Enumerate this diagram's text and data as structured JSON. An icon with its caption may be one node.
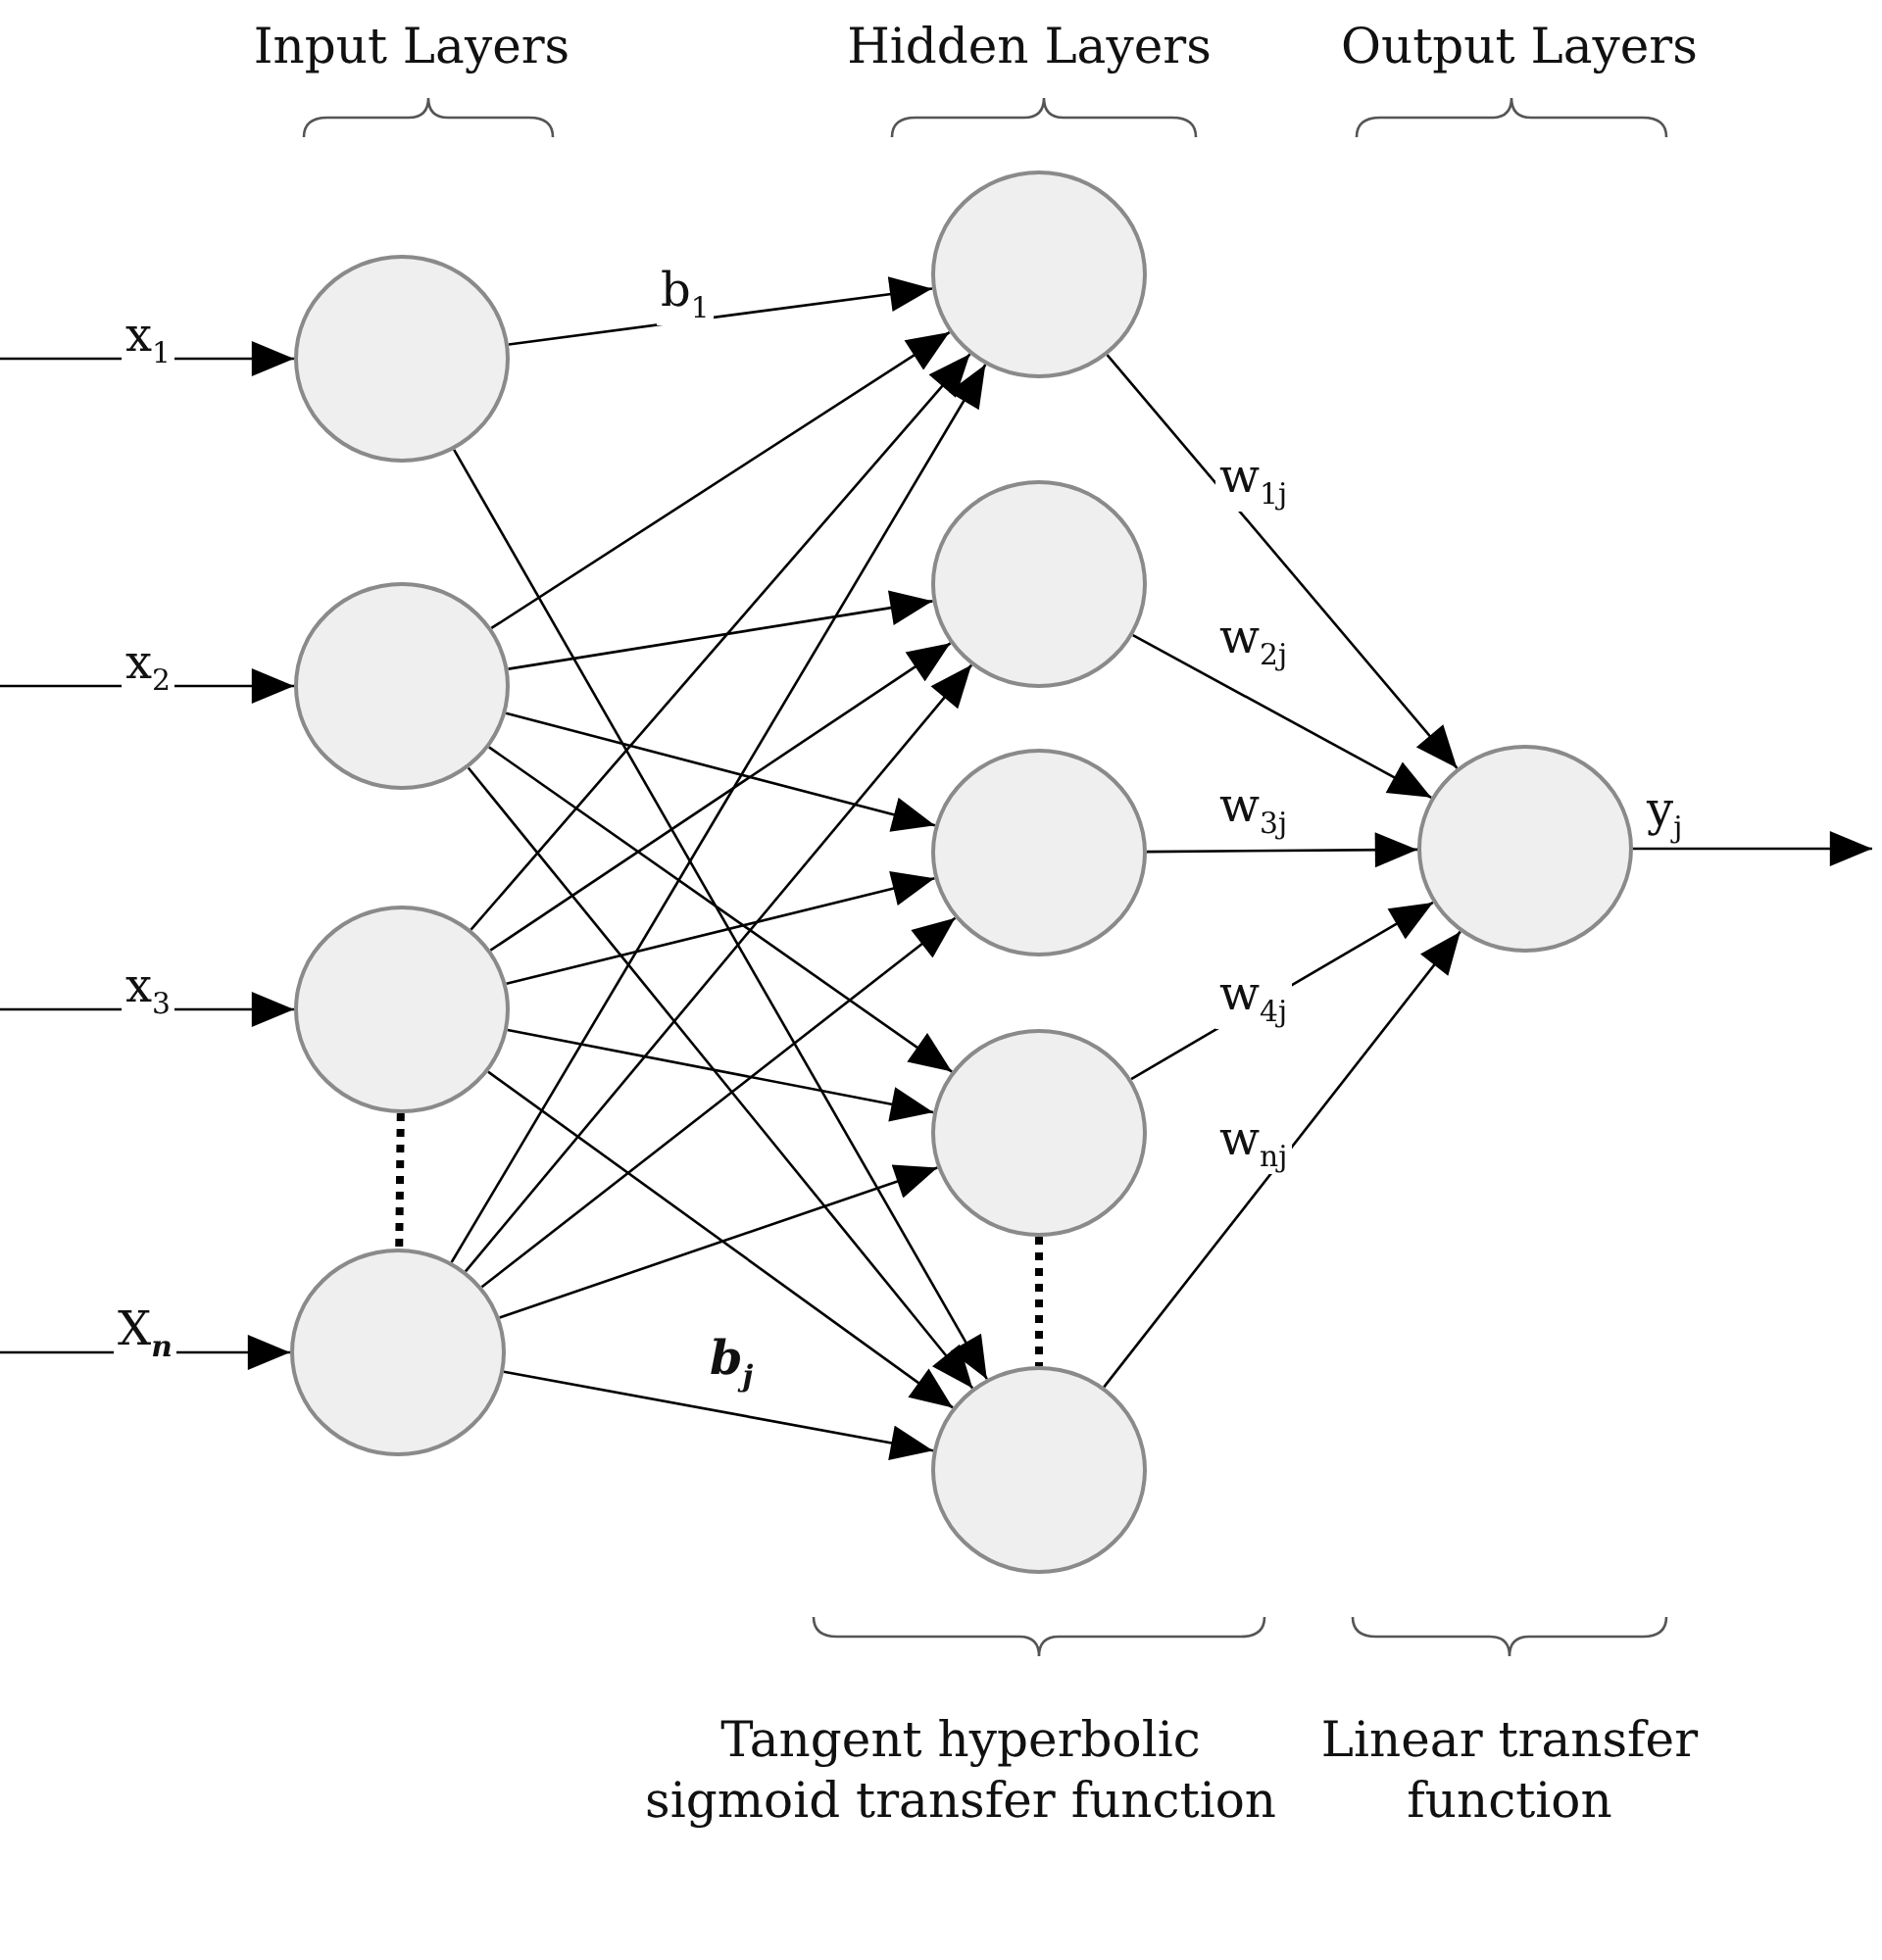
{
  "diagram": {
    "nodes": [
      {
        "text": [],
        "shape": "circle"
      },
      {
        "text": [],
        "shape": "circle"
      },
      {
        "text": [],
        "shape": "circle"
      },
      {
        "text": [],
        "shape": "circle"
      },
      {
        "text": [],
        "shape": "circle"
      },
      {
        "text": [],
        "shape": "circle"
      },
      {
        "text": [],
        "shape": "circle"
      },
      {
        "text": [],
        "shape": "circle"
      },
      {
        "text": [],
        "shape": "circle"
      },
      {
        "text": [],
        "shape": "circle"
      }
    ],
    "edges": [
      {
        "from": null,
        "to": 0,
        "arrow": "to",
        "label": "x$_{1}$"
      },
      {
        "from": null,
        "to": 1,
        "arrow": "to",
        "label": "x$_{2}$"
      },
      {
        "from": null,
        "to": 2,
        "arrow": "to",
        "label": "x$_{3}$"
      },
      {
        "from": null,
        "to": 3,
        "arrow": "to",
        "label": "X$_{n}$"
      },
      {
        "from": 0,
        "to": 4,
        "arrow": "to",
        "label": "b$_{1}$"
      },
      {
        "from": 0,
        "to": 8,
        "arrow": "to"
      },
      {
        "from": 1,
        "to": 4,
        "arrow": "to"
      },
      {
        "from": 1,
        "to": 5,
        "arrow": "to"
      },
      {
        "from": 1,
        "to": 6,
        "arrow": "to"
      },
      {
        "from": 1,
        "to": 7,
        "arrow": "to"
      },
      {
        "from": 1,
        "to": 8,
        "arrow": "to"
      },
      {
        "from": 2,
        "to": 4,
        "arrow": "to"
      },
      {
        "from": 2,
        "to": 5,
        "arrow": "to"
      },
      {
        "from": 2,
        "to": 6,
        "arrow": "to"
      },
      {
        "from": 2,
        "to": 7,
        "arrow": "to"
      },
      {
        "from": 2,
        "to": 8,
        "arrow": "to"
      },
      {
        "from": 3,
        "to": 4,
        "arrow": "to"
      },
      {
        "from": 3,
        "to": 5,
        "arrow": "to"
      },
      {
        "from": 3,
        "to": 6,
        "arrow": "to"
      },
      {
        "from": 3,
        "to": 7,
        "arrow": "to"
      },
      {
        "from": 3,
        "to": 8,
        "arrow": "to",
        "label": "b$_{j}$"
      },
      {
        "from": 4,
        "to": 9,
        "arrow": "to",
        "label": "w$_{1j}$"
      },
      {
        "from": 5,
        "to": 9,
        "arrow": "to",
        "label": "w$_{2j}$"
      },
      {
        "from": 6,
        "to": 9,
        "arrow": "to",
        "label": "w$_{3j}$"
      },
      {
        "from": 7,
        "to": 9,
        "arrow": "to",
        "label": "w$_{4j}$"
      },
      {
        "from": 8,
        "to": 9,
        "arrow": "to",
        "label": "w$_{nj}$"
      },
      {
        "from": 9,
        "to": null,
        "arrow": "to",
        "label": "y$_{j}$"
      },
      {
        "from": 2,
        "to": 3,
        "arrow": "none",
        "style": "dashed"
      },
      {
        "from": 7,
        "to": 8,
        "arrow": "none",
        "style": "dashed"
      }
    ],
    "labels": [
      "Input Layers",
      "Hidden Layers",
      "Output Layers",
      "Tangent hyperbolic sigmoid transfer function",
      "Linear transfer function"
    ]
  }
}
